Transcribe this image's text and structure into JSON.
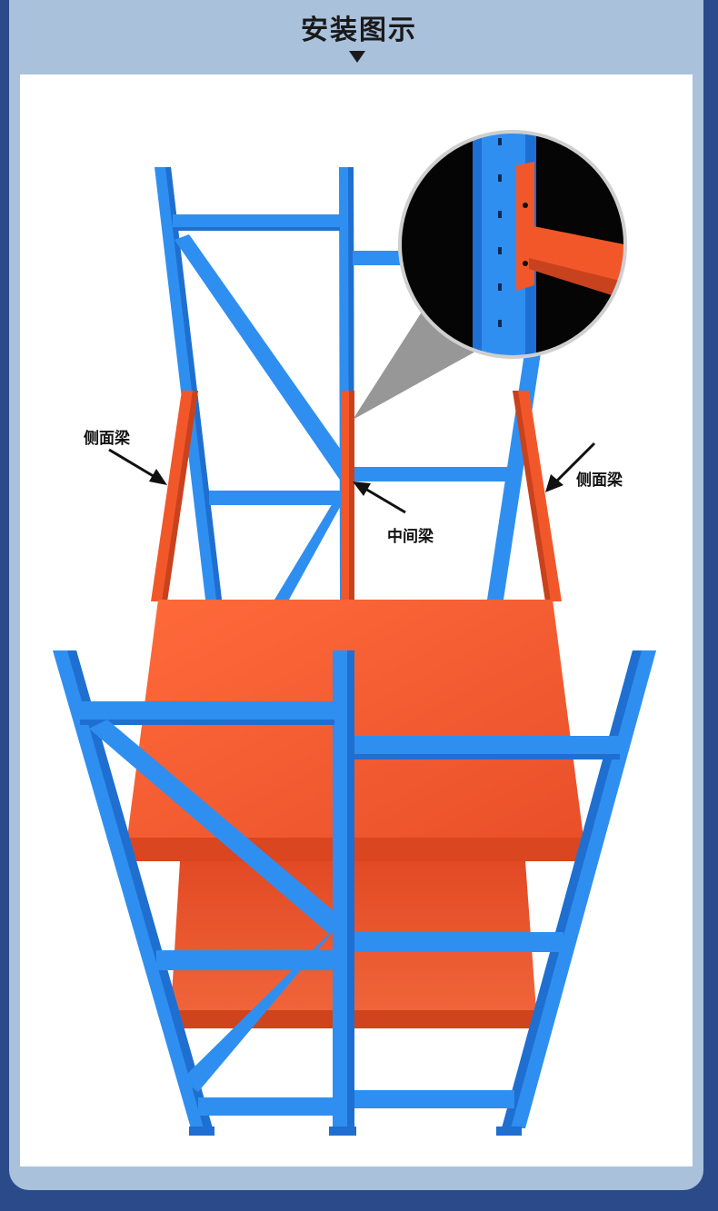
{
  "header": {
    "title": "安装图示"
  },
  "callouts": {
    "side_beam_left": "侧面梁",
    "side_beam_right": "侧面梁",
    "middle_beam": "中间梁"
  },
  "colors": {
    "background": "#2b4a8a",
    "frame": "#a9c1db",
    "upright_blue": "#2f8ff0",
    "beam_orange": "#f2572a",
    "shelf_orange": "#f46337"
  },
  "icons": {
    "title_marker": "down-triangle-icon"
  }
}
